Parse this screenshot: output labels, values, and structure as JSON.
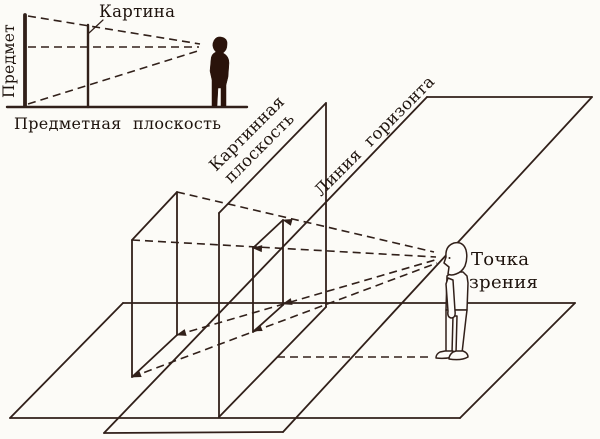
{
  "inset": {
    "labels": {
      "kartina": "Картина",
      "predmet": "Предмет",
      "ground_plane": "Предметная плоскость"
    }
  },
  "main": {
    "labels": {
      "picture_plane_line1": "Картинная",
      "picture_plane_line2": "плоскость",
      "horizon_line": "Линия  горизонта",
      "viewpoint_line1": "Точка",
      "viewpoint_line2": "зрения"
    }
  },
  "colors": {
    "ink": "#31201a",
    "text": "#1e130d",
    "background": "#fcfbf7"
  },
  "geometry": {
    "solid": [
      [
        7,
        107,
        247,
        107,
        2.4
      ],
      [
        25,
        15,
        25,
        106,
        3.8
      ],
      [
        88,
        25,
        88,
        107,
        2.4
      ],
      [
        103,
        20,
        89,
        33,
        1.2
      ],
      [
        123,
        303,
        575,
        303,
        1.8
      ],
      [
        10,
        418,
        460,
        418,
        1.8
      ],
      [
        123,
        303,
        10,
        418,
        1.8
      ],
      [
        575,
        303,
        460,
        418,
        1.8
      ],
      [
        104,
        433,
        283,
        432,
        1.8
      ],
      [
        104,
        433,
        427,
        97,
        1.8
      ],
      [
        283,
        432,
        592,
        97,
        1.8
      ],
      [
        427,
        97,
        592,
        97,
        1.8
      ],
      [
        219,
        213,
        219,
        417,
        1.8
      ],
      [
        326,
        103,
        326,
        307,
        1.8
      ],
      [
        219,
        213,
        326,
        103,
        1.8
      ],
      [
        219,
        417,
        326,
        307,
        1.8
      ],
      [
        132,
        240,
        132,
        377,
        1.8
      ],
      [
        177,
        192,
        177,
        335,
        1.8
      ],
      [
        132,
        240,
        177,
        192,
        1.8
      ],
      [
        132,
        377,
        177,
        335,
        1.8
      ],
      [
        253,
        248,
        253,
        332,
        1.8
      ],
      [
        283,
        220,
        283,
        305,
        1.8
      ],
      [
        253,
        248,
        283,
        220,
        1.8
      ],
      [
        253,
        332,
        283,
        305,
        1.8
      ]
    ],
    "dashed": [
      [
        28,
        16,
        200,
        44
      ],
      [
        28,
        104,
        201,
        50
      ],
      [
        28,
        47,
        199,
        47
      ],
      [
        132,
        240,
        436,
        257
      ],
      [
        177,
        192,
        434,
        252
      ],
      [
        132,
        377,
        437,
        263
      ],
      [
        177,
        335,
        435,
        260
      ],
      [
        277,
        357,
        432,
        357
      ]
    ],
    "arrows": [
      [
        253,
        248,
        184
      ],
      [
        283,
        220,
        195
      ],
      [
        253,
        331,
        159
      ],
      [
        283,
        304,
        164
      ],
      [
        132,
        377,
        159
      ],
      [
        177,
        335,
        164
      ]
    ]
  }
}
